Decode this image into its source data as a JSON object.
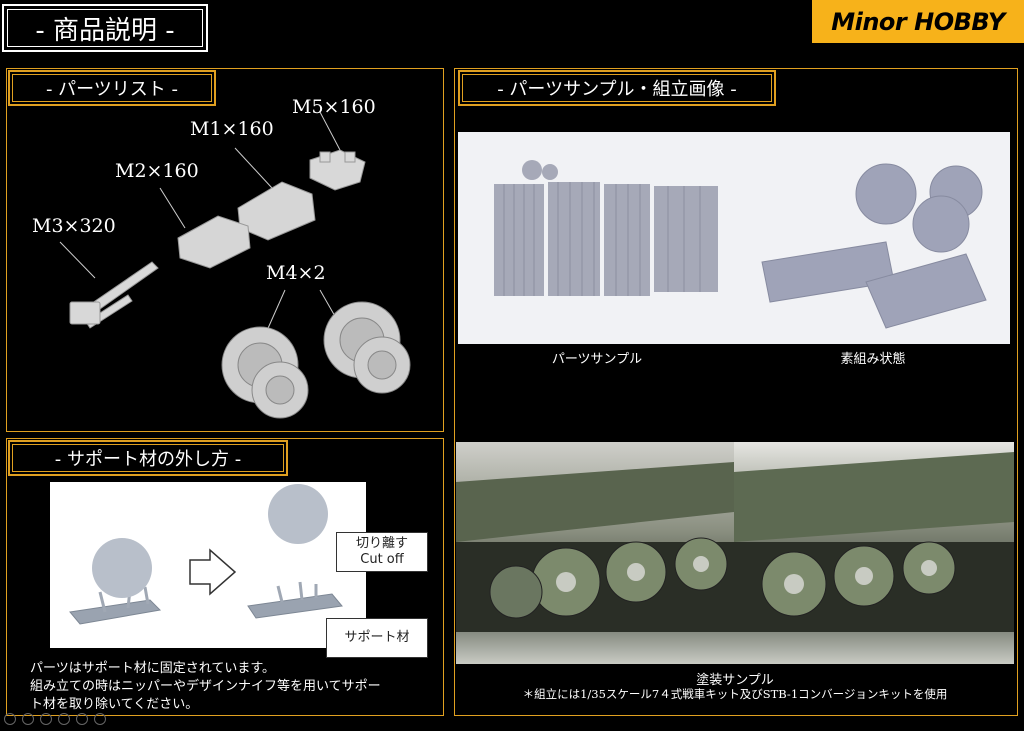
{
  "header": {
    "title": "- 商品説明 -",
    "brand": "Minor HOBBY"
  },
  "parts_list": {
    "heading": "- パーツリスト -",
    "labels": [
      "M5×160",
      "M1×160",
      "M2×160",
      "M3×320",
      "M4×2"
    ]
  },
  "samples": {
    "heading": "- パーツサンプル・組立画像 -",
    "photo1_caption": "パーツサンプル",
    "photo2_caption": "素組み状態",
    "painted_caption": "塗装サンプル",
    "painted_note": "＊組立には1/35スケール7４式戦車キット及びSTB-1コンバージョンキットを使用"
  },
  "support": {
    "heading": "- サポート材の外し方 -",
    "callout_cut_jp": "切り離す",
    "callout_cut_en": "Cut off",
    "callout_support": "サポート材",
    "note_lines": [
      "パーツはサポート材に固定されています。",
      "組み立ての時はニッパーやデザインナイフ等を用いてサポー",
      "ト材を取り除いてください。"
    ]
  },
  "colors": {
    "accent": "#e0a020",
    "brand_bg": "#f7b21a"
  }
}
